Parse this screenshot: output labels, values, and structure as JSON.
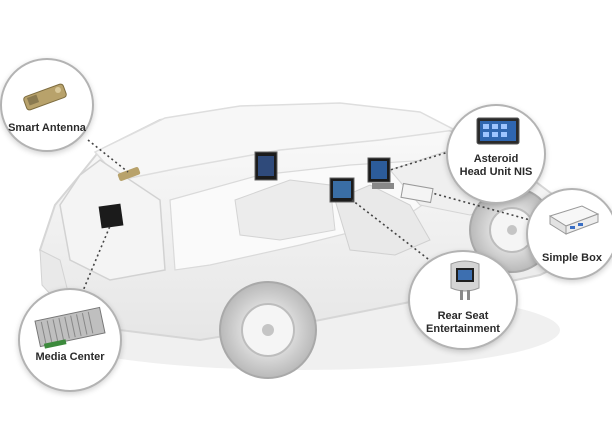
{
  "components": [
    {
      "key": "smart_antenna",
      "label": "Smart Antenna"
    },
    {
      "key": "media_center",
      "label": "Media Center"
    },
    {
      "key": "head_unit",
      "label": "Asteroid\nHead Unit NIS"
    },
    {
      "key": "simple_box",
      "label": "Simple Box"
    },
    {
      "key": "rear_seat",
      "label": "Rear Seat\nEntertainment"
    }
  ],
  "colors": {
    "car_body": "#f2f2f2",
    "car_outline": "#dcdcdc",
    "callout_border": "#b3b3b3",
    "leader_line": "#444444",
    "screen": "#1b1b1b",
    "tire": "#cfcfcf"
  }
}
